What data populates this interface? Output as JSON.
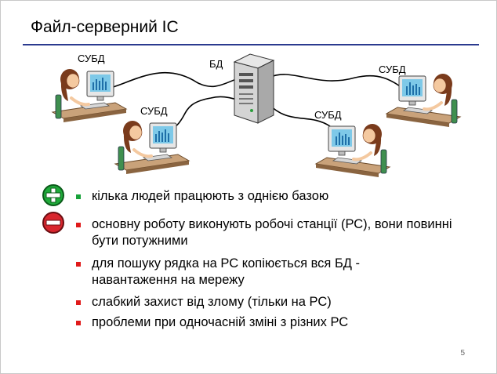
{
  "slide": {
    "title": "Файл-серверний ІС",
    "page_number": "5"
  },
  "diagram": {
    "db_label": "БД",
    "client_label": "СУБД"
  },
  "pros": [
    "кілька людей працюють з однією базою"
  ],
  "cons": [
    "основну роботу виконують робочі станції (РС), вони повинні бути потужними",
    "для пошуку рядка на РС копіюється вся БД - навантаження на мережу",
    "слабкий захист від злому (тільки на РС)",
    "проблеми при одночасній зміні з різних РС"
  ],
  "colors": {
    "title_rule": "#2b3a8f",
    "plus_badge": "#1faa3a",
    "minus_badge": "#d8262e",
    "pro_bullet": "#18a23a",
    "con_bullet": "#e01a1a"
  },
  "icons": {
    "plus": "plus-badge-icon",
    "minus": "minus-badge-icon",
    "server": "server-tower-icon",
    "workstation": "user-at-computer-icon"
  }
}
